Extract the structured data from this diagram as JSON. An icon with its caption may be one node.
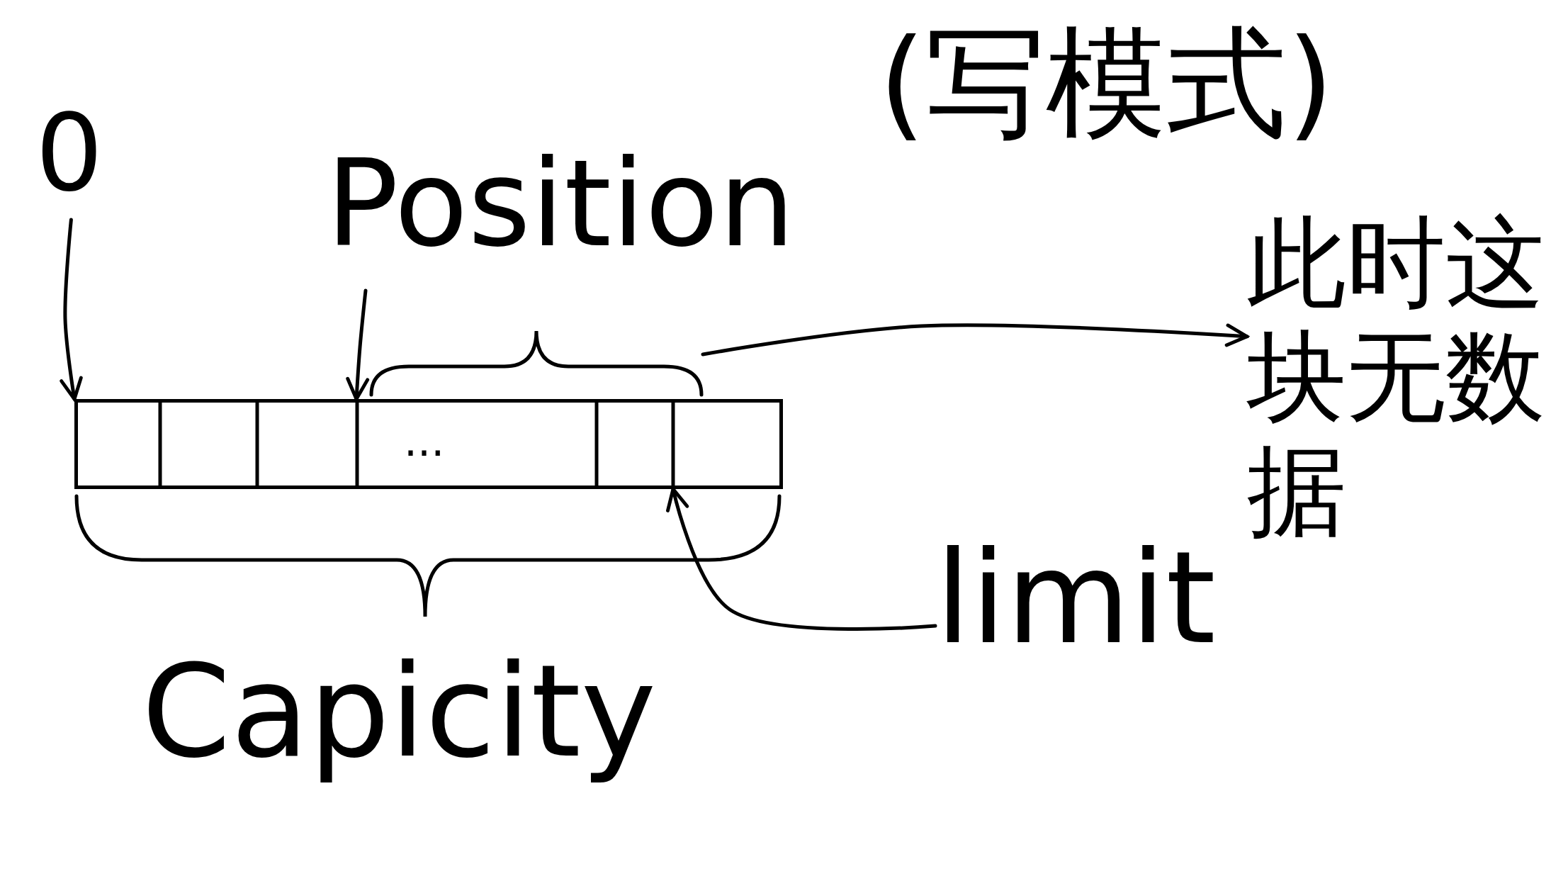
{
  "diagram": {
    "nodes": [
      {
        "text": [
          "0"
        ]
      },
      {
        "text": [
          "Position"
        ]
      },
      {
        "text": [
          "(写模式)"
        ]
      },
      {
        "text": [],
        "shape": "brace"
      },
      {
        "text": [
          "..."
        ]
      },
      {
        "text": [
          "此时这块无数据"
        ]
      },
      {
        "text": [
          "limit"
        ]
      },
      {
        "text": [
          "Capicity"
        ]
      }
    ],
    "edges": [
      {
        "from": 0,
        "to": 4,
        "arrow": "to"
      },
      {
        "from": 1,
        "to": 4,
        "arrow": "to"
      },
      {
        "from": 3,
        "to": 5,
        "arrow": "to"
      },
      {
        "from": 6,
        "to": 4,
        "arrow": "to"
      }
    ]
  }
}
